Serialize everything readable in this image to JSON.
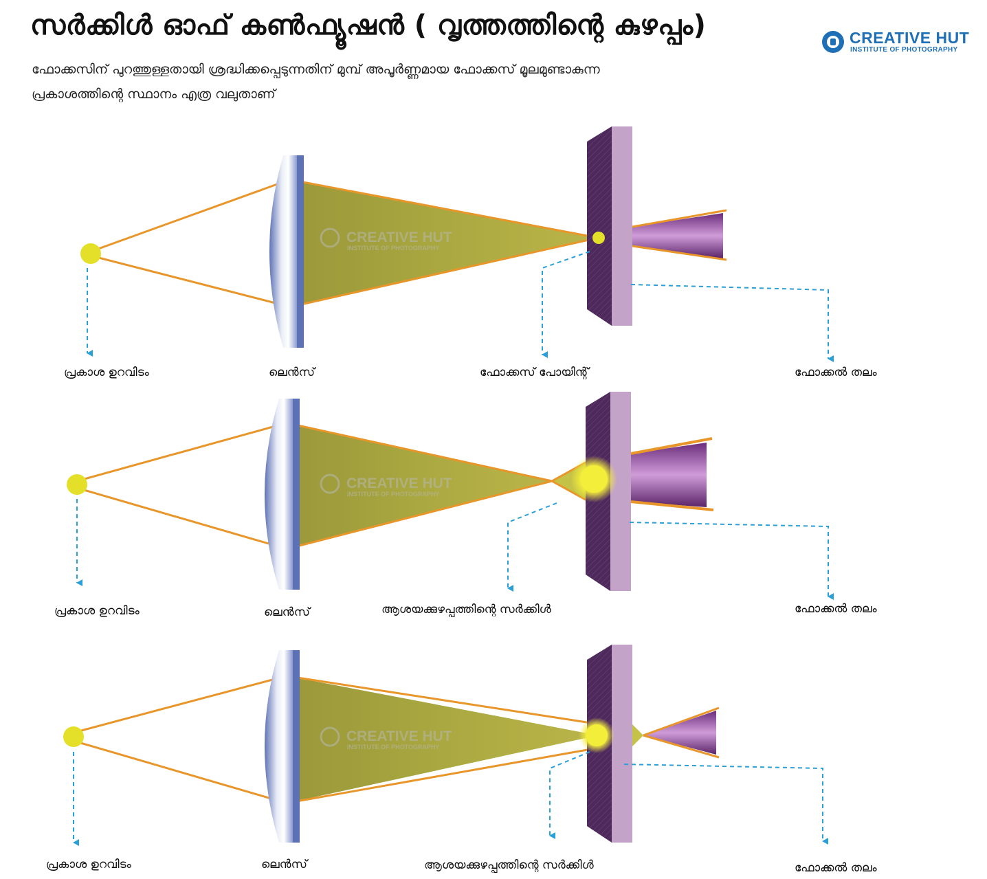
{
  "title": "സർക്കിൾ ഓഫ് കൺഫ്യൂഷൻ ( വൃത്തത്തിന്റെ കുഴപ്പം)",
  "subtitle_lines": [
    "ഫോക്കസിന് പുറത്തുള്ളതായി ശ്രദ്ധിക്കപ്പെടുന്നതിന് മുമ്പ് അപൂർണ്ണമായ ഫോക്കസ് മൂലമുണ്ടാകുന്ന",
    "പ്രകാശത്തിന്റെ സ്ഥാനം എത്ര വലുതാണ്"
  ],
  "brand": {
    "name": "CREATIVE HUT",
    "tagline": "INSTITUTE OF PHOTOGRAPHY",
    "color": "#1e6fb6"
  },
  "watermark": {
    "name": "CREATIVE HUT",
    "tagline": "INSTITUTE OF PHOTOGRAPHY"
  },
  "colors": {
    "ray": "#e8962a",
    "light_source": "#e4e02a",
    "cone_fill": "#a4a23a",
    "lens": "#6f86c4",
    "sensor_dark": "#4e2a5c",
    "sensor_light": "#c3a3c8",
    "projected_cone": "#9c5aa8",
    "leader_line": "#2a9fd8"
  },
  "panels": [
    {
      "focus_state": "in focus",
      "labels": {
        "source": "പ്രകാശ ഉറവിടം",
        "lens": "ലെൻസ്",
        "point": "ഫോക്കസ് പോയിന്റ്",
        "plane": "ഫോക്കൽ തലം"
      }
    },
    {
      "focus_state": "focus in front of plane",
      "labels": {
        "source": "പ്രകാശ ഉറവിടം",
        "lens": "ലെൻസ്",
        "point": "ആശയക്കുഴപ്പത്തിന്റെ സർക്കിൾ",
        "plane": "ഫോക്കൽ തലം"
      }
    },
    {
      "focus_state": "focus behind plane",
      "labels": {
        "source": "പ്രകാശ ഉറവിടം",
        "lens": "ലെൻസ്",
        "point": "ആശയക്കുഴപ്പത്തിന്റെ സർക്കിൾ",
        "plane": "ഫോക്കൽ തലം"
      }
    }
  ]
}
